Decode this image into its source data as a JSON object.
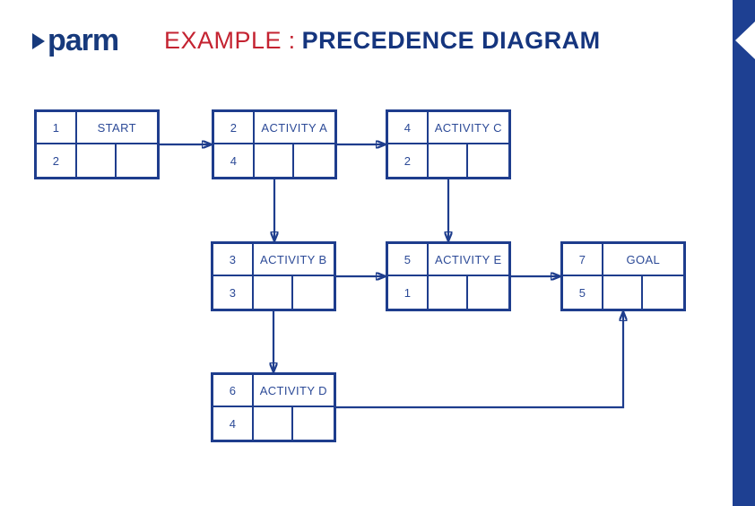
{
  "brand": {
    "logo_text": "parm",
    "logo_mark_icon": "right-triangle-icon"
  },
  "header": {
    "title_prefix": "EXAMPLE",
    "title_separator": " : ",
    "title_main": "PRECEDENCE DIAGRAM"
  },
  "colors": {
    "navy_line": "#1e3d8d",
    "cell_text": "#2c4a97",
    "title_navy": "#15357e",
    "title_red": "#c42331",
    "right_bar_blue": "#1e4092"
  },
  "decor": {
    "right_bar_notch_icon": "left-chevron-notch-icon"
  },
  "nodes": [
    {
      "id": "start",
      "num_top": "1",
      "label": "START",
      "num_bottom": "2"
    },
    {
      "id": "activity-a",
      "num_top": "2",
      "label": "ACTIVITY A",
      "num_bottom": "4"
    },
    {
      "id": "activity-c",
      "num_top": "4",
      "label": "ACTIVITY C",
      "num_bottom": "2"
    },
    {
      "id": "activity-b",
      "num_top": "3",
      "label": "ACTIVITY B",
      "num_bottom": "3"
    },
    {
      "id": "activity-e",
      "num_top": "5",
      "label": "ACTIVITY E",
      "num_bottom": "1"
    },
    {
      "id": "goal",
      "num_top": "7",
      "label": "GOAL",
      "num_bottom": "5"
    },
    {
      "id": "activity-d",
      "num_top": "6",
      "label": "ACTIVITY D",
      "num_bottom": "4"
    }
  ],
  "edges": [
    {
      "from": "START",
      "to": "ACTIVITY A"
    },
    {
      "from": "ACTIVITY A",
      "to": "ACTIVITY C"
    },
    {
      "from": "ACTIVITY A",
      "to": "ACTIVITY B"
    },
    {
      "from": "ACTIVITY C",
      "to": "ACTIVITY E"
    },
    {
      "from": "ACTIVITY B",
      "to": "ACTIVITY E"
    },
    {
      "from": "ACTIVITY E",
      "to": "GOAL"
    },
    {
      "from": "ACTIVITY B",
      "to": "ACTIVITY D"
    },
    {
      "from": "ACTIVITY D",
      "to": "GOAL"
    }
  ]
}
